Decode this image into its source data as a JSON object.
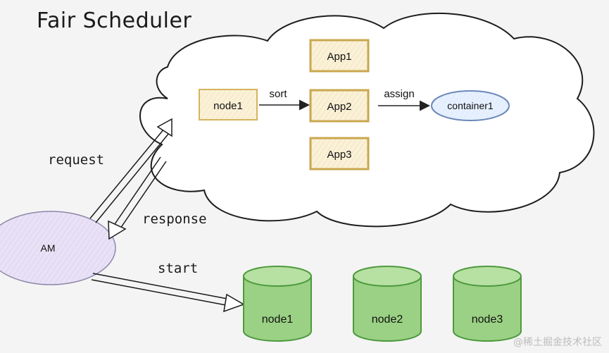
{
  "title": "Fair Scheduler",
  "cloud": {
    "nodes": {
      "node1": "node1",
      "app1": "App1",
      "app2": "App2",
      "app3": "App3",
      "container1": "container1"
    },
    "edges": {
      "sort": "sort",
      "assign": "assign"
    }
  },
  "am": {
    "label": "AM"
  },
  "flows": {
    "request": "request",
    "response": "response",
    "start": "start"
  },
  "cluster_nodes": [
    {
      "label": "node1"
    },
    {
      "label": "node2"
    },
    {
      "label": "node3"
    }
  ],
  "watermark": "@稀土掘金技术社区",
  "colors": {
    "box_fill": "#fbf1d6",
    "box_stroke": "#d7b35c",
    "container_fill": "#e7f0ff",
    "container_stroke": "#6b87b8",
    "am_fill": "#e9e2f6",
    "cylinder_fill": "#9bd184",
    "cylinder_stroke": "#4d9a3e"
  }
}
